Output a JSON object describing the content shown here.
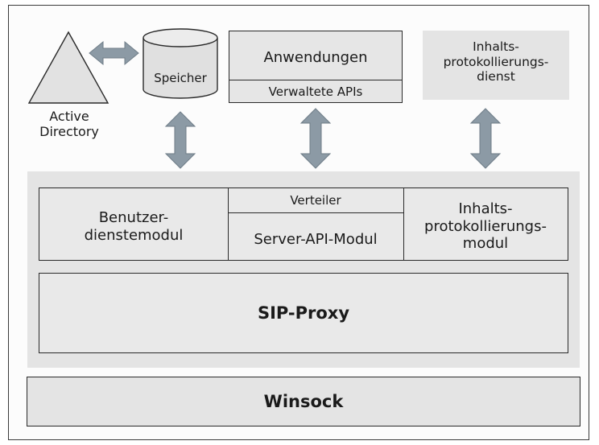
{
  "top": {
    "active_directory_line1": "Active",
    "active_directory_line2": "Directory",
    "storage": "Speicher",
    "applications": "Anwendungen",
    "managed_apis": "Verwaltete APIs",
    "archiving_service_line1": "Inhalts-",
    "archiving_service_line2": "protokollierungs-",
    "archiving_service_line3": "dienst"
  },
  "modules": {
    "user_services_line1": "Benutzer-",
    "user_services_line2": "dienstemodul",
    "dispatcher": "Verteiler",
    "server_api_module": "Server-API-Modul",
    "archiving_module_line1": "Inhalts-",
    "archiving_module_line2": "protokollierungs-",
    "archiving_module_line3": "modul"
  },
  "layers": {
    "sip_proxy": "SIP-Proxy",
    "winsock": "Winsock"
  },
  "colors": {
    "arrow_fill": "#8c9aa5",
    "arrow_stroke": "#6f7d88",
    "band_gray": "#e4e4e4",
    "border": "#2a2a2a"
  }
}
